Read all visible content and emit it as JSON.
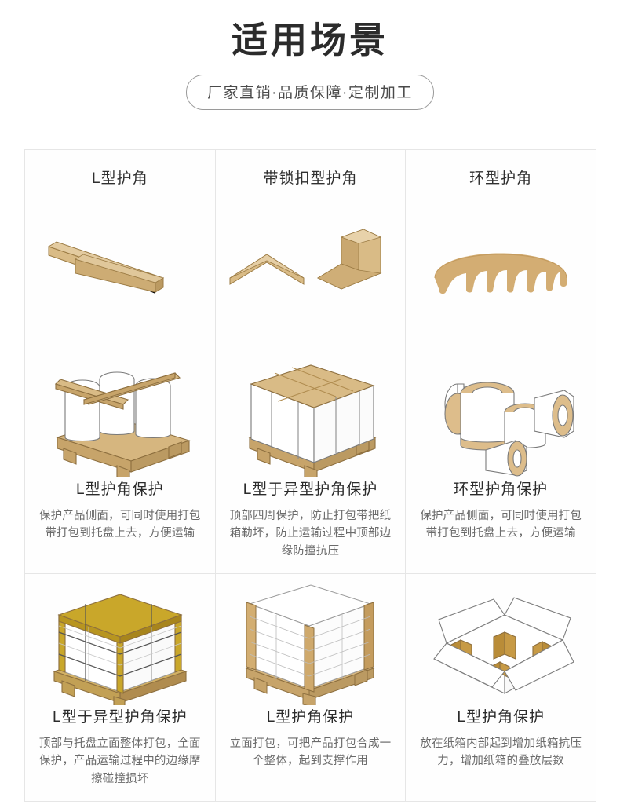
{
  "header": {
    "title": "适用场景",
    "subtitle": "厂家直销·品质保障·定制加工"
  },
  "palette": {
    "kraft": "#cfa86a",
    "kraft_light": "#ddbd8b",
    "kraft_dark": "#b08c4f",
    "gold": "#c9a227",
    "line": "#6b6b6b",
    "border": "#e6e6e6",
    "title_color": "#2b2b2b",
    "desc_color": "#6b6b6b"
  },
  "grid": {
    "rows": [
      {
        "layout": "title-top",
        "cells": [
          {
            "title": "L型护角",
            "desc": "",
            "art": "l-shape-corner-protector"
          },
          {
            "title": "带锁扣型护角",
            "desc": "",
            "art": "locking-corner-protector"
          },
          {
            "title": "环型护角",
            "desc": "",
            "art": "ring-corner-protector"
          }
        ]
      },
      {
        "layout": "title-bottom",
        "cells": [
          {
            "title": "L型护角保护",
            "desc": "保护产品侧面，可同时使用打包带打包到托盘上去，方便运输",
            "art": "drums-on-pallet"
          },
          {
            "title": "L型于异型护角保护",
            "desc": "顶部四周保护，防止打包带把纸箱勒坏，防止运输过程中顶部边缘防撞抗压",
            "art": "box-on-pallet-top-protect"
          },
          {
            "title": "环型护角保护",
            "desc": "保护产品侧面，可同时使用打包带打包到托盘上去，方便运输",
            "art": "paper-rolls-with-rings"
          }
        ]
      },
      {
        "layout": "title-bottom",
        "cells": [
          {
            "title": "L型于异型护角保护",
            "desc": "顶部与托盘立面整体打包，全面保护，产品运输过程中的边缘摩擦碰撞损坏",
            "art": "full-wrapped-pallet"
          },
          {
            "title": "L型护角保护",
            "desc": "立面打包，可把产品打包合成一个整体，起到支撑作用",
            "art": "vertical-edge-pallet"
          },
          {
            "title": "L型护角保护",
            "desc": "放在纸箱内部起到增加纸箱抗压力，增加纸箱的叠放层数",
            "art": "open-carton-inner-protect"
          }
        ]
      }
    ]
  }
}
